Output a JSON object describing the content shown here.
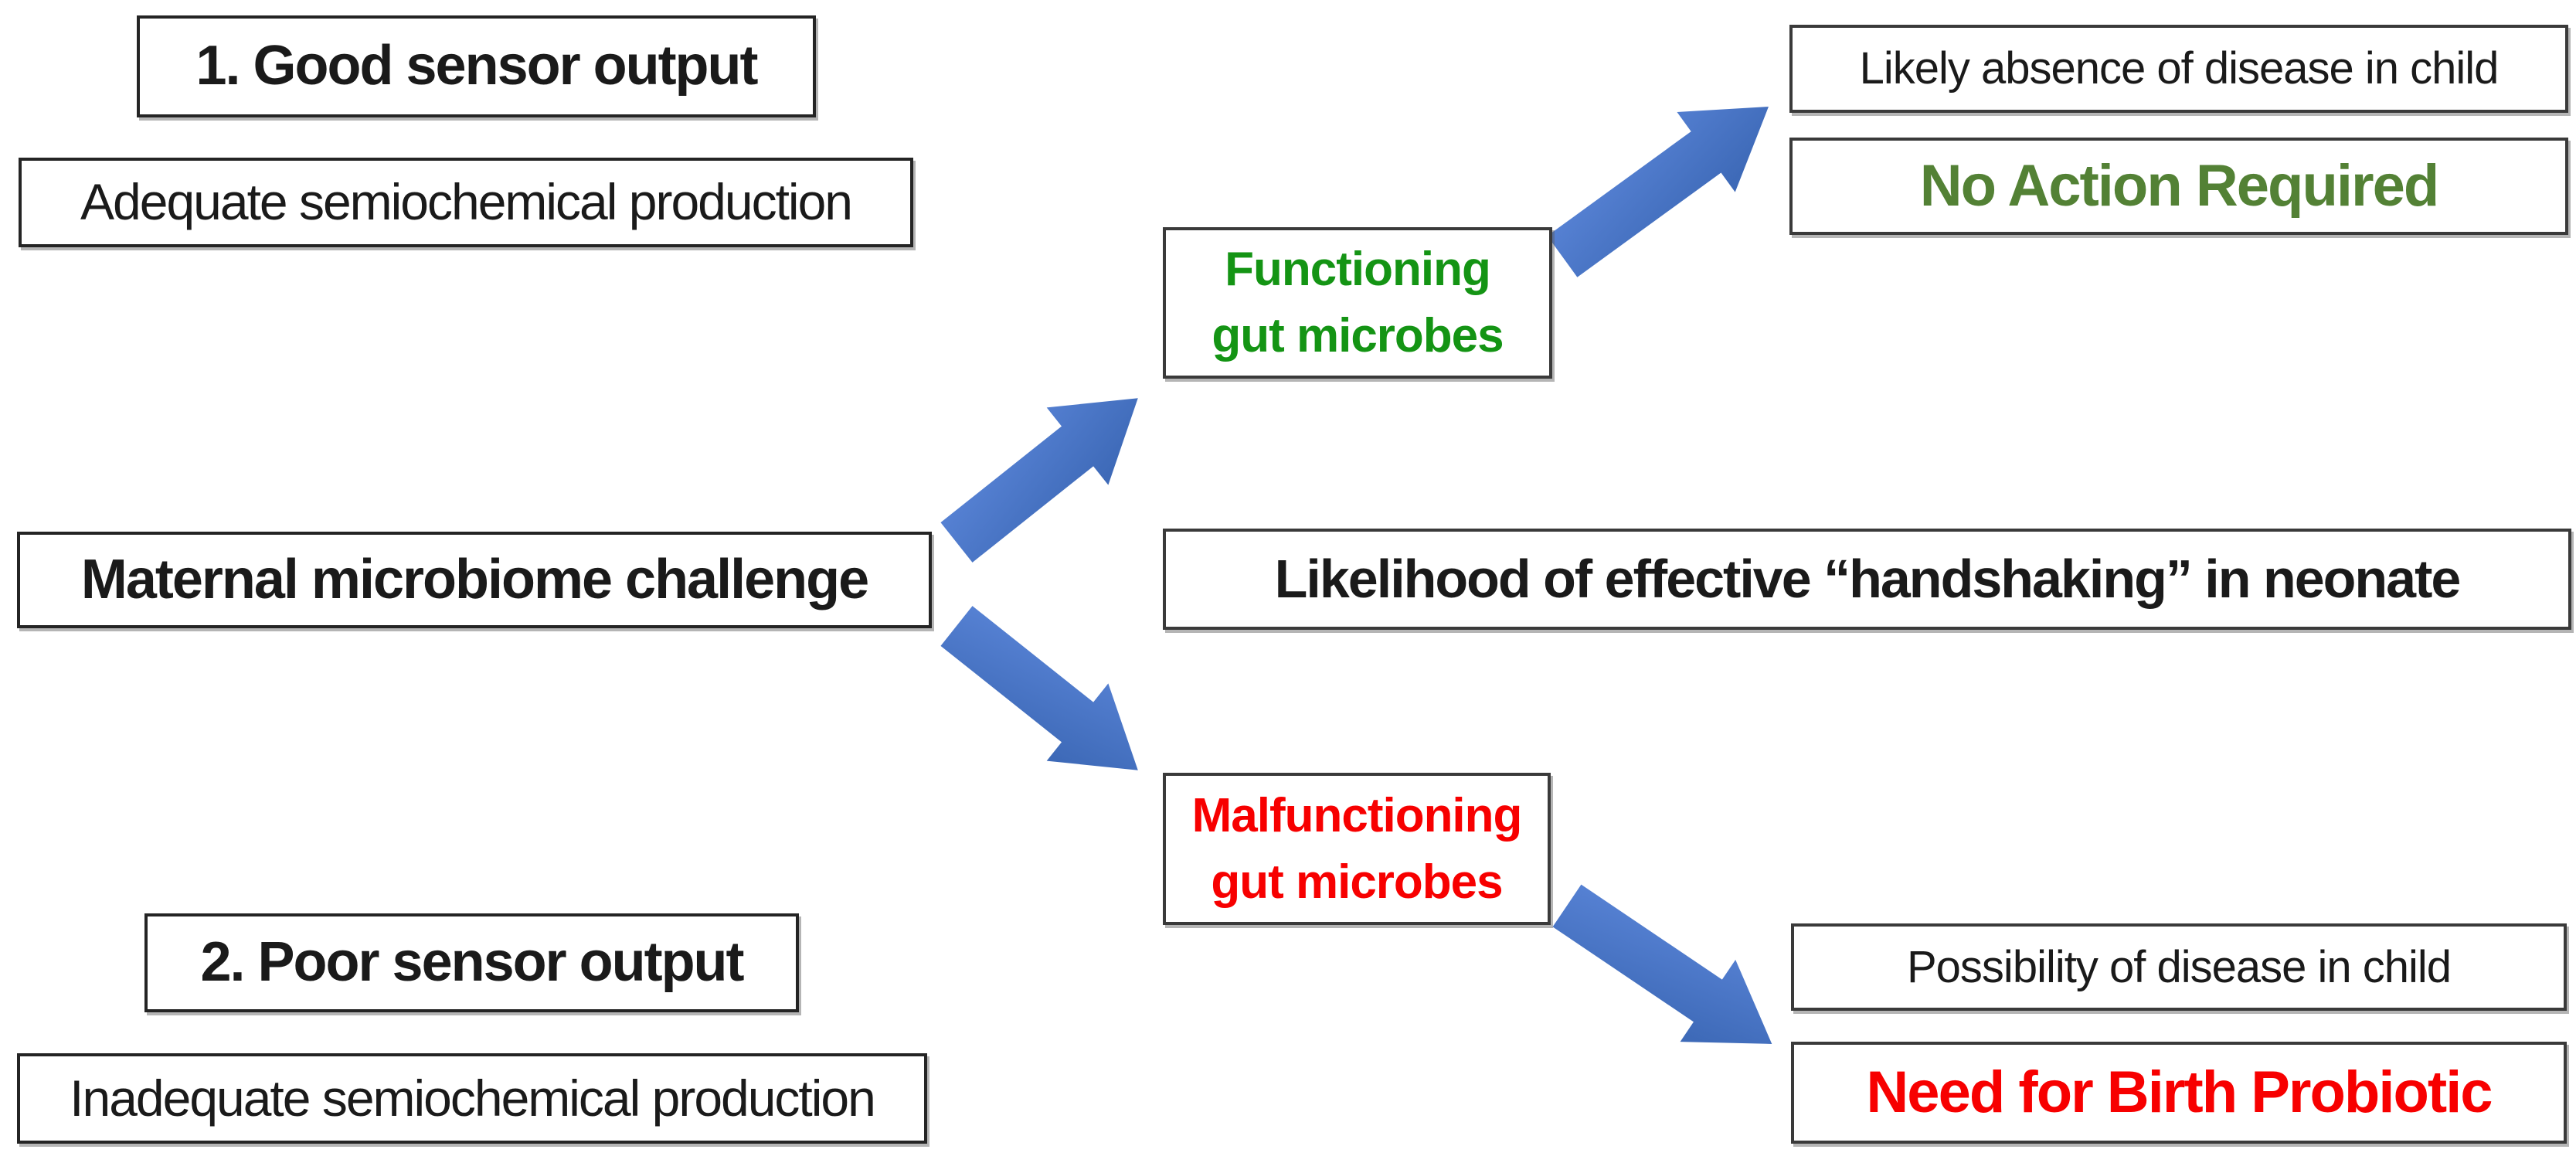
{
  "diagram": {
    "nodes": {
      "good_sensor": {
        "label": "1. Good sensor output"
      },
      "adequate": {
        "label": "Adequate semiochemical production"
      },
      "maternal": {
        "label": "Maternal microbiome challenge"
      },
      "functioning": {
        "label": "Functioning\ngut microbes"
      },
      "likelihood": {
        "label": "Likelihood of effective “handshaking” in neonate"
      },
      "malfunctioning": {
        "label": "Malfunctioning\ngut microbes"
      },
      "likely_absence": {
        "label": "Likely absence of disease in child"
      },
      "no_action": {
        "label": "No Action Required"
      },
      "poor_sensor": {
        "label": "2. Poor sensor output"
      },
      "inadequate": {
        "label": "Inadequate semiochemical production"
      },
      "possibility": {
        "label": "Possibility of disease in child"
      },
      "need_probiotic": {
        "label": "Need for Birth Probiotic"
      }
    },
    "arrows": [
      {
        "from": "maternal",
        "to": "functioning",
        "direction": "up-right"
      },
      {
        "from": "maternal",
        "to": "malfunctioning",
        "direction": "down-right"
      },
      {
        "from": "functioning",
        "to": "likely_absence",
        "direction": "up-right"
      },
      {
        "from": "malfunctioning",
        "to": "possibility",
        "direction": "down-right"
      }
    ],
    "colors": {
      "arrow_light": "#5b86d9",
      "arrow_dark": "#3e6ab8",
      "arrow": "#4472c4",
      "green_bright": "#149414",
      "green_olive": "#538135",
      "red": "#f70000",
      "border": "#3a3a3a",
      "text": "#1a1a1a",
      "background": "#ffffff"
    }
  }
}
